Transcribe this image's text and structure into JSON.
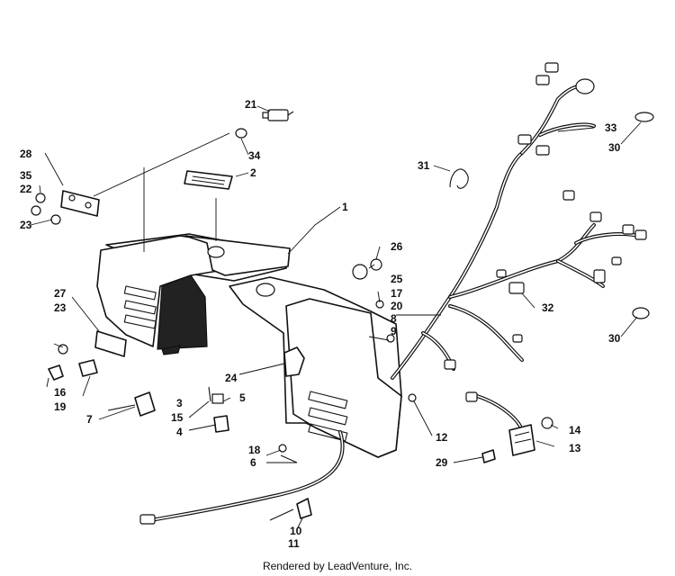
{
  "footer": {
    "text": "Rendered by LeadVenture, Inc."
  },
  "callouts": {
    "c1": "1",
    "c2": "2",
    "c3": "3",
    "c4": "4",
    "c5": "5",
    "c6": "6",
    "c7": "7",
    "c8": "8",
    "c9": "9",
    "c10": "10",
    "c11": "11",
    "c12": "12",
    "c13": "13",
    "c14": "14",
    "c15": "15",
    "c16": "16",
    "c17": "17",
    "c18": "18",
    "c19": "19",
    "c20": "20",
    "c21": "21",
    "c22": "22",
    "c23a": "23",
    "c23b": "23",
    "c24": "24",
    "c25": "25",
    "c26": "26",
    "c27": "27",
    "c28": "28",
    "c29": "29",
    "c30a": "30",
    "c30b": "30",
    "c31": "31",
    "c32": "32",
    "c33": "33",
    "c34": "34",
    "c35": "35"
  }
}
